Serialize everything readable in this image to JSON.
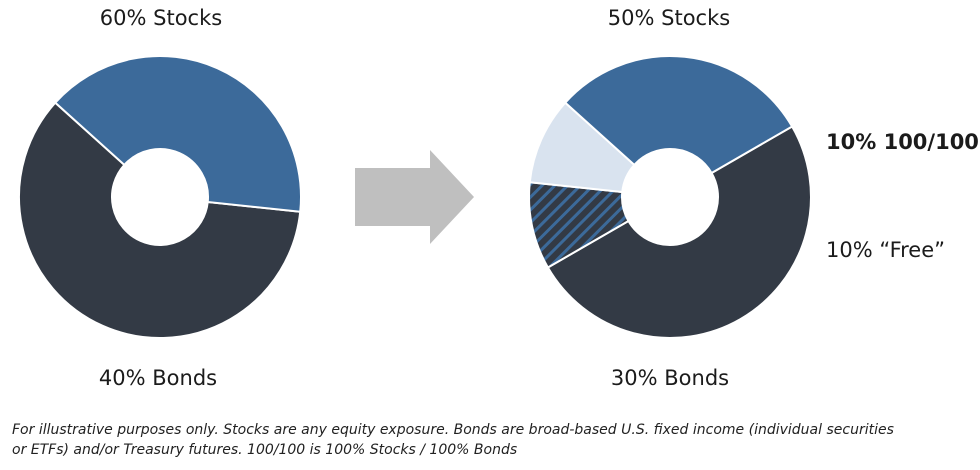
{
  "chart_data": [
    {
      "type": "pie",
      "title": "",
      "slices": [
        {
          "label": "60% Stocks",
          "value": 60,
          "color": "#333a45"
        },
        {
          "label": "40% Bonds",
          "value": 40,
          "color": "#3c6a9a"
        }
      ]
    },
    {
      "type": "pie",
      "title": "",
      "slices": [
        {
          "label": "50% Stocks",
          "value": 50,
          "color": "#333a45"
        },
        {
          "label": "10% 100/100",
          "value": 10,
          "color": "#333a45",
          "pattern": "hatched"
        },
        {
          "label": "10% “Free”",
          "value": 10,
          "color": "#d9e3ef"
        },
        {
          "label": "30% Bonds",
          "value": 30,
          "color": "#3c6a9a"
        }
      ]
    }
  ],
  "arrow": {
    "color": "#bfbfbf"
  },
  "footnote": {
    "line1": "For illustrative purposes only. Stocks are any equity exposure.  Bonds are broad-based U.S. fixed income (individual securities",
    "line2": "or ETFs) and/or Treasury futures. 100/100 is 100% Stocks / 100% Bonds"
  }
}
